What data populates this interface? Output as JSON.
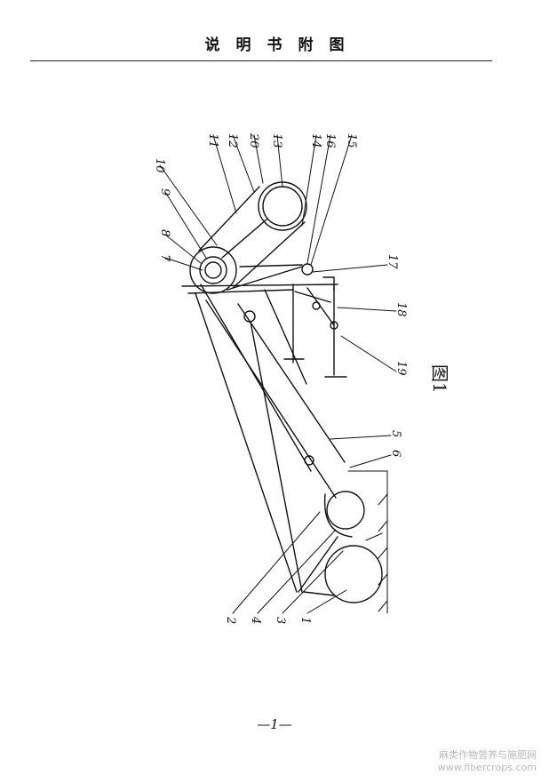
{
  "header": {
    "title": "说明书附图"
  },
  "figure": {
    "caption": "图1",
    "labels": [
      "1",
      "2",
      "3",
      "4",
      "5",
      "6",
      "7",
      "8",
      "9",
      "10",
      "11",
      "12",
      "13",
      "14",
      "15",
      "16",
      "17",
      "18",
      "19",
      "20"
    ]
  },
  "footer": {
    "page_number": "—1—"
  },
  "watermark": {
    "site_name": "麻类作物营养与施肥网",
    "site_url": "www.fibercrops.com"
  },
  "colors": {
    "ink": "#111111",
    "paper": "#ffffff",
    "watermark": "#b9b9b9"
  }
}
